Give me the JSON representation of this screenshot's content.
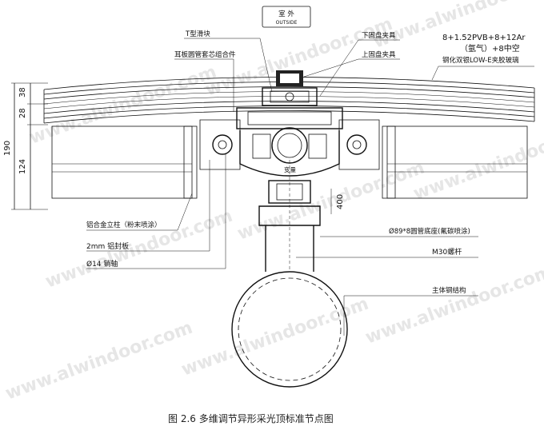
{
  "header": {
    "label": "室 外",
    "sublabel": "OUTSIDE"
  },
  "annotations": {
    "t_slider": "T型滑块",
    "ear_plate": "耳板圆管套芯组合件",
    "lower_clamp": "下固盘夹具",
    "upper_clamp": "上固盘夹具",
    "glass_1": "8+1.52PVB+8+12Ar",
    "glass_2": "（氩气）+8中空",
    "glass_3": "钢化双银LOW-E夹胶玻璃",
    "mullion": "铝合金立柱（粉末喷涂）",
    "sealing_plate": "2mm 铝封板",
    "pin": "Ø14 销轴",
    "round_pipe": "Ø89*8圆管底座(氟碳喷涂)",
    "bolt": "M30螺杆",
    "main_steel": "主体钢结构",
    "pipe_label": "变量"
  },
  "dimensions": {
    "d38": "38",
    "d28": "28",
    "d124": "124",
    "d190": "190",
    "d400": "400"
  },
  "watermark": "www.alwindoor.com",
  "caption": "图 2.6    多维调节异形采光顶标准节点图"
}
